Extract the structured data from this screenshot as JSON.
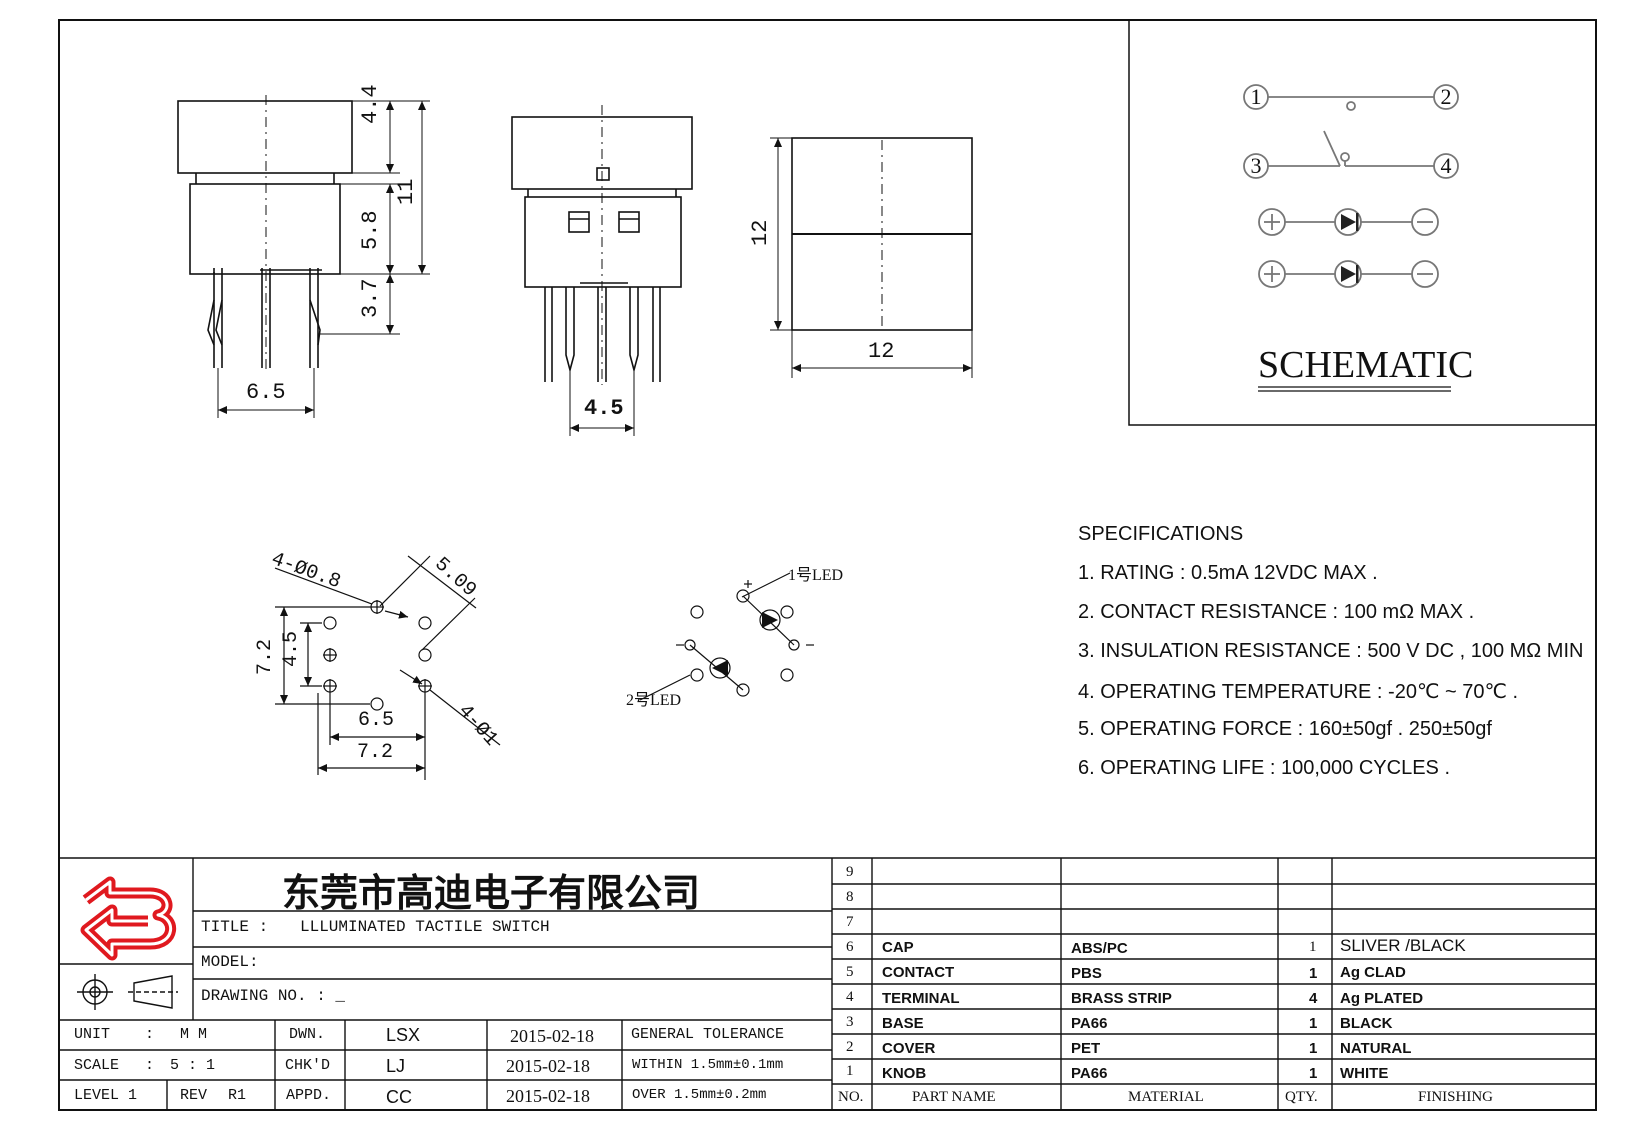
{
  "schematic": {
    "title": "SCHEMATIC",
    "pins": [
      "1",
      "2",
      "3",
      "4"
    ]
  },
  "views": {
    "side_dims": [
      "4.4",
      "11",
      "5.8",
      "3.7",
      "6.5"
    ],
    "front_dim": "4.5",
    "top_dims": [
      "12",
      "12"
    ],
    "footprint_dims": [
      "4-Ø0.8",
      "5.09",
      "7.2",
      "4.5",
      "6.5",
      "7.2",
      "4-Ø1"
    ],
    "led_labels": [
      "1号LED",
      "2号LED"
    ]
  },
  "specifications": {
    "heading": "SPECIFICATIONS",
    "items": [
      "1. RATING : 0.5mA 12VDC MAX .",
      "2. CONTACT RESISTANCE : 100 mΩ MAX .",
      "3. INSULATION RESISTANCE : 500 V DC , 100 MΩ MIN",
      "4. OPERATING TEMPERATURE : -20℃ ~ 70℃ .",
      "5. OPERATING FORCE : 160±50gf . 250±50gf",
      "6. OPERATING LIFE : 100,000 CYCLES ."
    ]
  },
  "title_block": {
    "company": "东莞市高迪电子有限公司",
    "title_label": "TITLE :",
    "title_value": "LLLUMINATED TACTILE SWITCH",
    "model_label": "MODEL:",
    "drawing_no_label": "DRAWING NO. : _",
    "rows": [
      {
        "k1": "UNIT",
        "sep": ":",
        "v1": "M M",
        "k2": "DWN.",
        "who": "LSX",
        "date": "2015-02-18",
        "tol": "GENERAL TOLERANCE"
      },
      {
        "k1": "SCALE",
        "sep": ":",
        "v1": "5 : 1",
        "k2": "CHK'D",
        "who": "LJ",
        "date": "2015-02-18",
        "tol": "WITHIN 1.5mm±0.1mm"
      },
      {
        "k1": "LEVEL 1",
        "sep": "REV",
        "v1": "R1",
        "k2": "APPD.",
        "who": "CC",
        "date": "2015-02-18",
        "tol": "OVER    1.5mm±0.2mm"
      }
    ]
  },
  "bom": {
    "headers": {
      "no": "NO.",
      "part": "PART   NAME",
      "material": "MATERIAL",
      "qty": "QTY.",
      "finishing": "FINISHING"
    },
    "rows": [
      {
        "no": "9",
        "part": "",
        "material": "",
        "qty": "",
        "finishing": ""
      },
      {
        "no": "8",
        "part": "",
        "material": "",
        "qty": "",
        "finishing": ""
      },
      {
        "no": "7",
        "part": "",
        "material": "",
        "qty": "",
        "finishing": ""
      },
      {
        "no": "6",
        "part": "CAP",
        "material": "ABS/PC",
        "qty": "1",
        "finishing": "SLIVER /BLACK"
      },
      {
        "no": "5",
        "part": "CONTACT",
        "material": "PBS",
        "qty": "1",
        "finishing": "Ag CLAD"
      },
      {
        "no": "4",
        "part": "TERMINAL",
        "material": "BRASS STRIP",
        "qty": "4",
        "finishing": "Ag PLATED"
      },
      {
        "no": "3",
        "part": "BASE",
        "material": "PA66",
        "qty": "1",
        "finishing": "BLACK"
      },
      {
        "no": "2",
        "part": "COVER",
        "material": "PET",
        "qty": "1",
        "finishing": "NATURAL"
      },
      {
        "no": "1",
        "part": "KNOB",
        "material": "PA66",
        "qty": "1",
        "finishing": "WHITE"
      }
    ]
  },
  "colors": {
    "logo_red": "#e0191f",
    "line": "#111111",
    "schematic_line": "#777777"
  }
}
